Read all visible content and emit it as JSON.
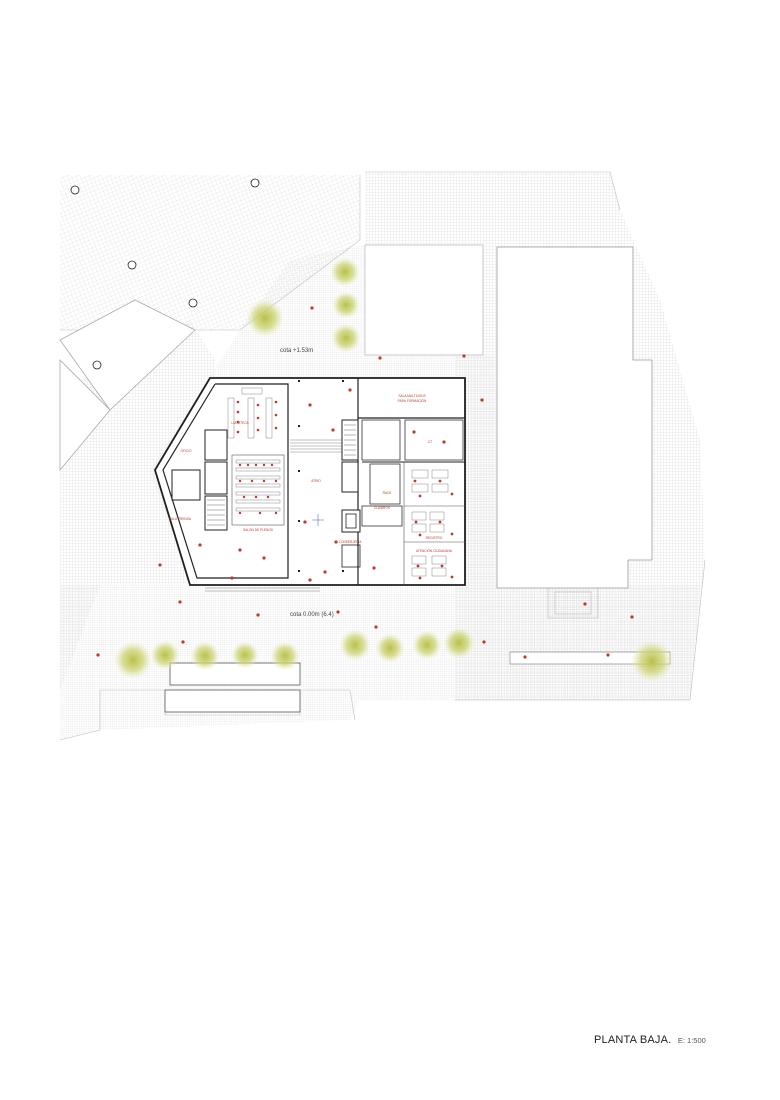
{
  "plan": {
    "title": "PLANTA BAJA.",
    "scale": "E: 1:500",
    "levels": [
      {
        "id": "upper",
        "text": "cota +1.53m"
      },
      {
        "id": "lower",
        "text": "cota 0.00m (6.4)"
      }
    ],
    "rooms": [
      {
        "id": "multiuse",
        "line1": "SALA MULTIUSOS",
        "line2": "PARA FORMACIÓN"
      },
      {
        "id": "ct",
        "line1": "CT"
      },
      {
        "id": "ludoteca",
        "line1": "LUDOTECA"
      },
      {
        "id": "office",
        "line1": "OFICIO"
      },
      {
        "id": "hall-plenos",
        "line1": "SALÓN DE PLENOS"
      },
      {
        "id": "sala-prensa",
        "line1": "SALA PRENSA"
      },
      {
        "id": "atrio",
        "line1": "ATRIO"
      },
      {
        "id": "racks",
        "line1": "RACK"
      },
      {
        "id": "cuadros",
        "line1": "CUADROS"
      },
      {
        "id": "registro",
        "line1": "REGISTRO"
      },
      {
        "id": "conserjeria",
        "line1": "CONSERJERÍA"
      },
      {
        "id": "atencion",
        "line1": "ATENCIÓN CIUDADANA"
      }
    ],
    "colors": {
      "wall": "#222222",
      "room_label": "#c0392b",
      "furniture_accent": "#c0392b",
      "vegetation": "#c8cf6a",
      "paving_hatch": "#d6d6d6"
    }
  }
}
